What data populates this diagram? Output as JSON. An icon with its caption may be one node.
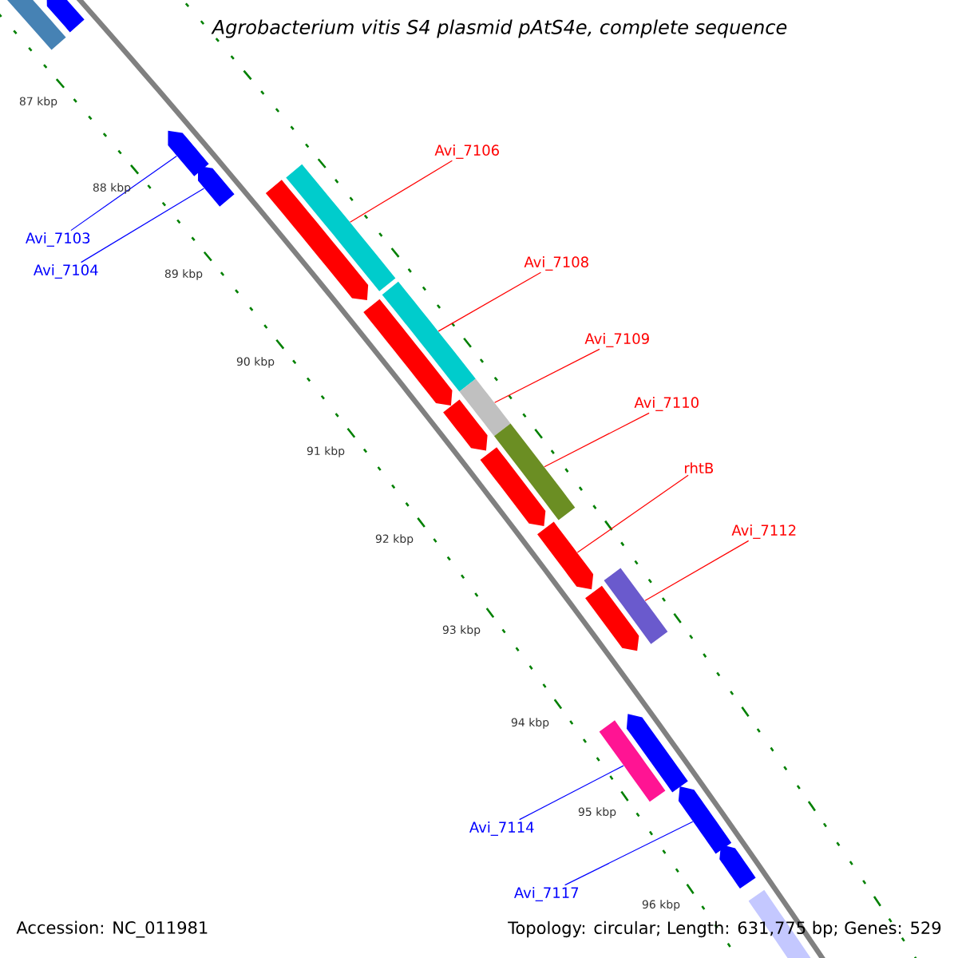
{
  "diagram": {
    "title": "Agrobacterium vitis S4 plasmid pAtS4e, complete sequence",
    "nodes": [
      {
        "text": [],
        "shape": "bar"
      },
      {
        "text": [],
        "shape": "pentagon"
      },
      {
        "text": [],
        "shape": "pentagon"
      },
      {
        "text": [],
        "shape": "pentagon"
      },
      {
        "text": [],
        "shape": "bar"
      },
      {
        "text": [],
        "shape": "pentagon"
      },
      {
        "text": [],
        "shape": "bar"
      },
      {
        "text": [],
        "shape": "pentagon"
      },
      {
        "text": [],
        "shape": "bar"
      },
      {
        "text": [],
        "shape": "pentagon"
      },
      {
        "text": [],
        "shape": "bar"
      },
      {
        "text": [],
        "shape": "pentagon"
      },
      {
        "text": [],
        "shape": "pentagon"
      },
      {
        "text": [],
        "shape": "bar"
      },
      {
        "text": [],
        "shape": "pentagon"
      },
      {
        "text": [],
        "shape": "pentagon"
      },
      {
        "text": [],
        "shape": "bar"
      },
      {
        "text": [],
        "shape": "pentagon"
      },
      {
        "text": [],
        "shape": "pentagon"
      },
      {
        "text": [],
        "shape": "bar"
      },
      {
        "text": [
          "Avi_7106"
        ]
      },
      {
        "text": [
          "Avi_7103"
        ]
      },
      {
        "text": [
          "Avi_7108"
        ]
      },
      {
        "text": [
          "Avi_7104"
        ]
      },
      {
        "text": [
          "Avi_7109"
        ]
      },
      {
        "text": [
          "Avi_7110"
        ]
      },
      {
        "text": [
          "rhtB"
        ]
      },
      {
        "text": [
          "Avi_7112"
        ]
      },
      {
        "text": [
          "Avi_7114"
        ]
      },
      {
        "text": [
          "Avi_7117"
        ]
      }
    ],
    "edges": [
      {
        "from": 20,
        "to": 4,
        "arrow": "none"
      },
      {
        "from": 21,
        "to": 2,
        "arrow": "none",
        "color": "#0000ff"
      },
      {
        "from": 22,
        "to": 6,
        "arrow": "none"
      },
      {
        "from": 23,
        "to": 3,
        "arrow": "none",
        "color": "#0000ff"
      },
      {
        "from": 24,
        "to": 8,
        "arrow": "none"
      },
      {
        "from": 25,
        "to": 10,
        "arrow": "none"
      },
      {
        "from": 26,
        "to": 12,
        "arrow": "none"
      },
      {
        "from": 27,
        "to": 13,
        "arrow": "none"
      },
      {
        "from": 28,
        "to": 16,
        "arrow": "none",
        "color": "#0000ff"
      },
      {
        "from": 29,
        "to": 17,
        "arrow": "none",
        "color": "#0000ff"
      }
    ],
    "labels": [
      "87 kbp",
      "88 kbp",
      "89 kbp",
      "90 kbp",
      "91 kbp",
      "92 kbp",
      "93 kbp",
      "94 kbp",
      "95 kbp",
      "96 kbp",
      "Accession: NC_011981",
      "Topology: circular; Length: 631,775 bp; Genes: 529"
    ]
  }
}
